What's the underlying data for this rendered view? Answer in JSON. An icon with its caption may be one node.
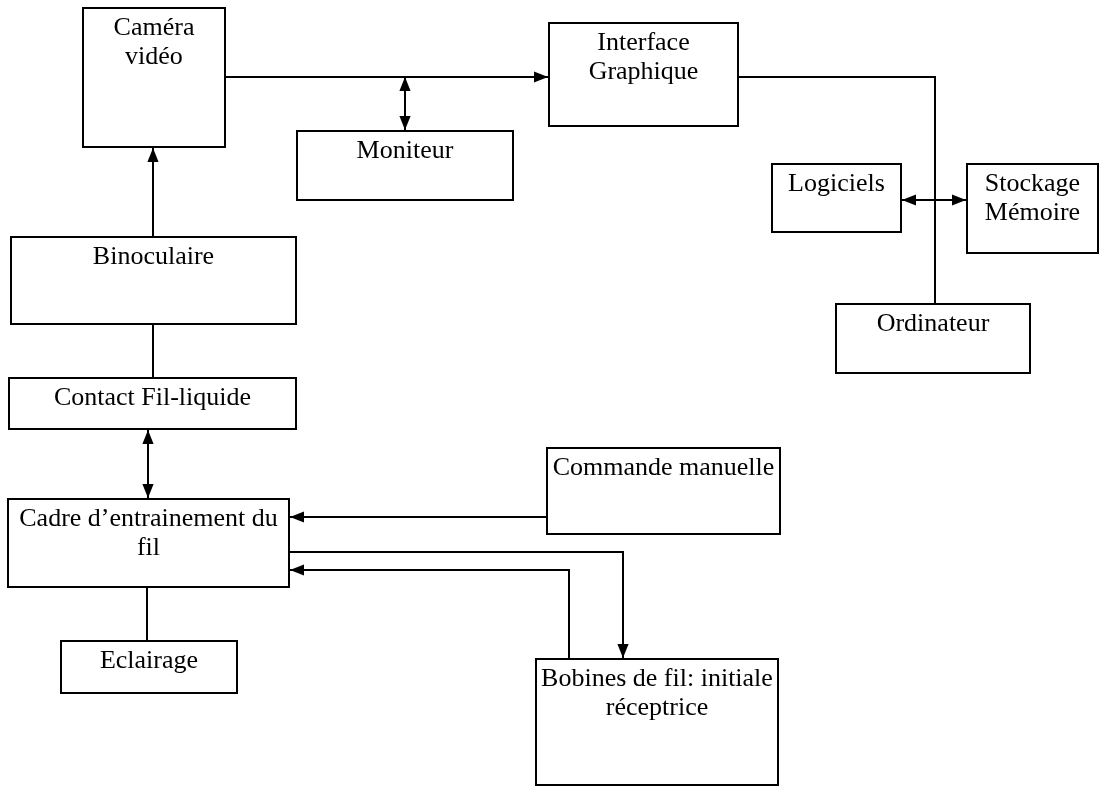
{
  "diagram": {
    "nodes": [
      {
        "text": [
          "Caméra vidéo"
        ]
      },
      {
        "text": [
          "Moniteur"
        ]
      },
      {
        "text": [
          "Interface Graphique"
        ]
      },
      {
        "text": [
          "Logiciels"
        ]
      },
      {
        "text": [
          "Stockage Mémoire"
        ]
      },
      {
        "text": [
          "Ordinateur"
        ]
      },
      {
        "text": [
          "Binoculaire"
        ]
      },
      {
        "text": [
          "Contact Fil-liquide"
        ]
      },
      {
        "text": [
          "Commande manuelle"
        ]
      },
      {
        "text": [
          "Cadre d’entrainement du fil"
        ]
      },
      {
        "text": [
          "Eclairage"
        ]
      },
      {
        "text": [
          "Bobines de fil: initiale réceptrice"
        ]
      }
    ],
    "edges": [
      {
        "from": 0,
        "to": 2,
        "arrow": "to"
      },
      {
        "from": null,
        "to": 1,
        "arrow": "both"
      },
      {
        "from": 2,
        "to": 5,
        "arrow": "none"
      },
      {
        "from": 3,
        "to": 4,
        "arrow": "both"
      },
      {
        "from": 6,
        "to": 0,
        "arrow": "to"
      },
      {
        "from": 6,
        "to": 7,
        "arrow": "none"
      },
      {
        "from": 7,
        "to": 9,
        "arrow": "both"
      },
      {
        "from": 8,
        "to": 9,
        "arrow": "to"
      },
      {
        "from": 9,
        "to": 11,
        "arrow": "to"
      },
      {
        "from": 11,
        "to": 9,
        "arrow": "to"
      },
      {
        "from": 9,
        "to": 10,
        "arrow": "none"
      }
    ]
  }
}
